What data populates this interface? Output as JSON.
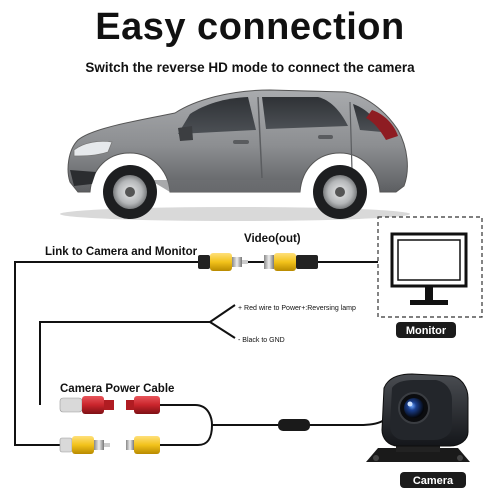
{
  "header": {
    "title": "Easy connection",
    "subtitle": "Switch the reverse HD mode to connect the camera"
  },
  "diagram": {
    "link_label": "Link to Camera and Monitor",
    "video_label": "Video(out)",
    "red_wire_label": "+ Red wire to Power+:Reversing lamp",
    "black_wire_label": "- Black to GND",
    "power_cable_label": "Camera Power Cable",
    "monitor_label": "Monitor",
    "camera_label": "Camera"
  },
  "colors": {
    "car_body": "#8c8e91",
    "rca_yellow": "#f2c21a",
    "power_red": "#c9242b",
    "wire": "#111111",
    "badge_bg": "#1b1b1b",
    "badge_text": "#ffffff"
  }
}
